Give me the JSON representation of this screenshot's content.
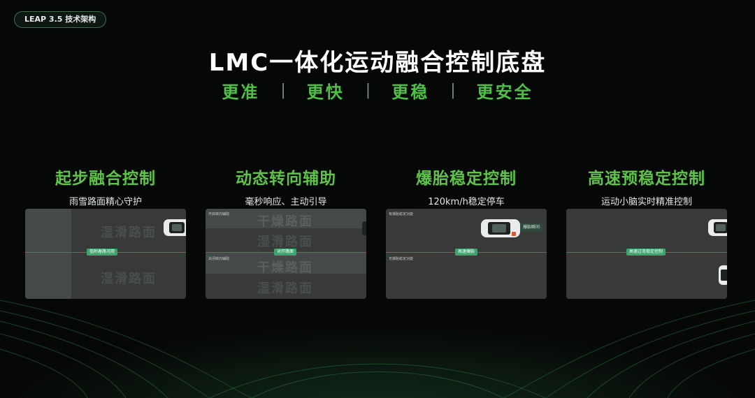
{
  "header": {
    "tag": "LEAP 3.5 技术架构"
  },
  "title": "LMC一体化运动融合控制底盘",
  "subtitle": {
    "words": [
      "更准",
      "更快",
      "更稳",
      "更安全"
    ],
    "separator": "|"
  },
  "features": [
    {
      "heading": "起步融合控制",
      "desc": "雨雪路面精心守护",
      "panel": {
        "surface_top": "湿滑路面",
        "surface_bottom": "湿滑路面",
        "badge": "低附着路况用"
      }
    },
    {
      "heading": "动态转向辅助",
      "desc": "毫秒响应、主动引导",
      "panel": {
        "label_top": "开启转向辅助",
        "label_bottom": "关闭转向辅助",
        "lanes": [
          "干燥路面",
          "湿滑路面",
          "干燥路面",
          "湿滑路面"
        ],
        "badge": "对开路面"
      }
    },
    {
      "heading": "爆胎稳定控制",
      "desc": "120km/h稳定停车",
      "panel": {
        "label_top": "有爆胎稳定功能",
        "label_bottom": "无爆胎稳定功能",
        "badge": "高速爆胎",
        "car_tag": "爆胎瞬间"
      }
    },
    {
      "heading": "高速预稳定控制",
      "desc": "运动小脑实时精准控制",
      "panel": {
        "badge": "高速过弯稳定控制"
      }
    }
  ],
  "colors": {
    "accent": "#5fc34a",
    "badge": "#3aa56c",
    "panel": "#383a3a",
    "background": "#060807"
  }
}
